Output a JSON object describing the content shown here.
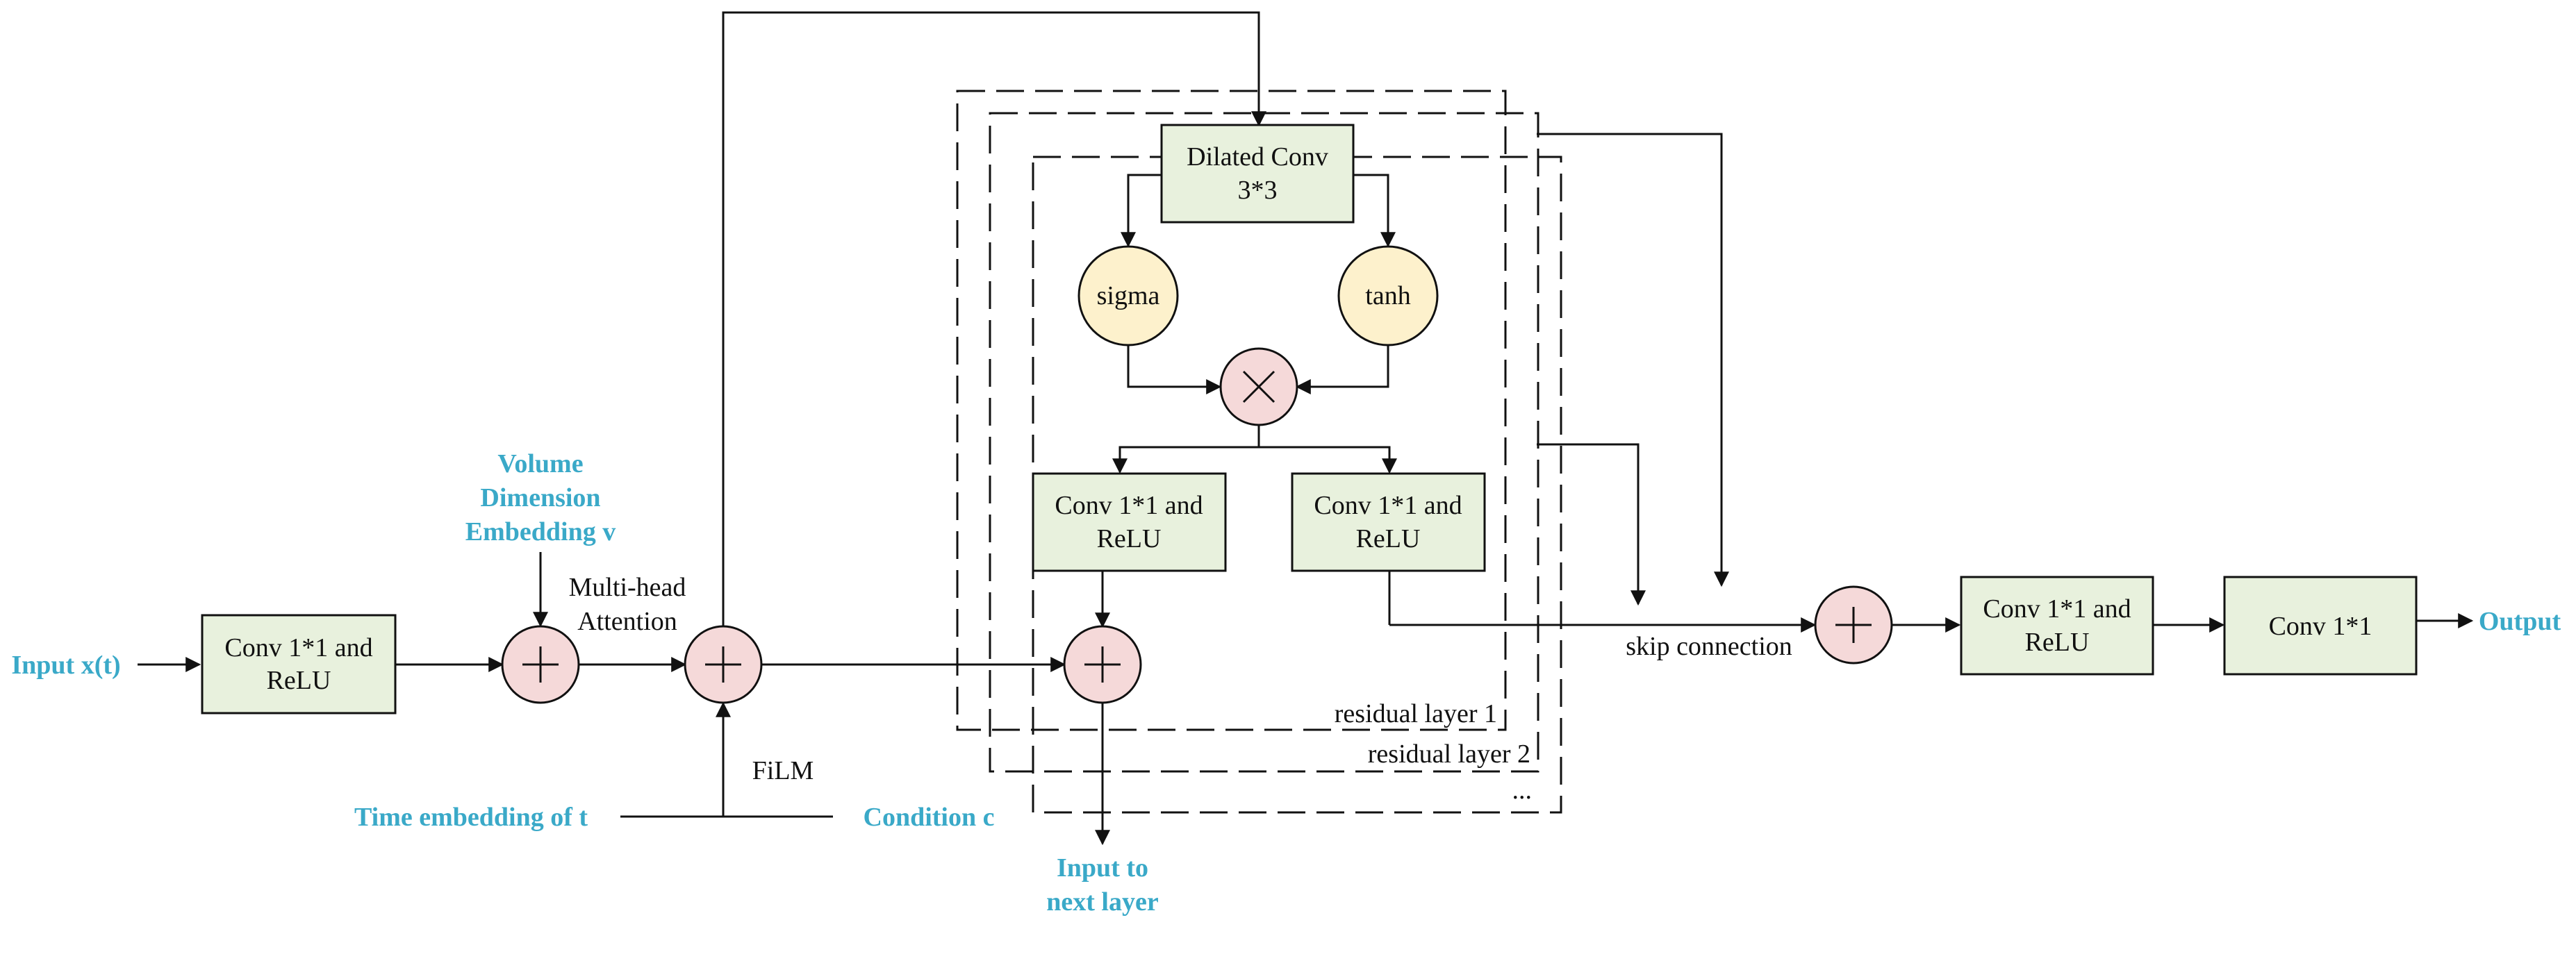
{
  "colors": {
    "block_fill": "#e8f1dd",
    "circle_add_fill": "#f5d9d9",
    "circle_act_fill": "#fdf1cc",
    "accent_text": "#3aa9c8",
    "line": "#111111"
  },
  "inputs": {
    "input_x": "Input x(t)",
    "volume_line1": "Volume",
    "volume_line2": "Dimension",
    "volume_line3": "Embedding v",
    "time_embedding": "Time embedding of t",
    "condition": "Condition c"
  },
  "blocks": {
    "conv_in_line1": "Conv 1*1 and",
    "conv_in_line2": "ReLU",
    "dilated_line1": "Dilated Conv",
    "dilated_line2": "3*3",
    "conv_res_line1": "Conv 1*1 and",
    "conv_res_line2": "ReLU",
    "conv_skip_line1": "Conv 1*1 and",
    "conv_skip_line2": "ReLU",
    "conv_out_line1": "Conv 1*1 and",
    "conv_out_line2": "ReLU",
    "conv_final": "Conv 1*1"
  },
  "nodes": {
    "sigma": "sigma",
    "tanh": "tanh"
  },
  "labels": {
    "multihead_line1": "Multi-head",
    "multihead_line2": "Attention",
    "film": "FiLM",
    "skip_connection": "skip connection",
    "residual_1": "residual layer 1",
    "residual_2": "residual layer 2",
    "residual_more": "...",
    "next_layer_line1": "Input to",
    "next_layer_line2": "next layer",
    "output": "Output"
  }
}
